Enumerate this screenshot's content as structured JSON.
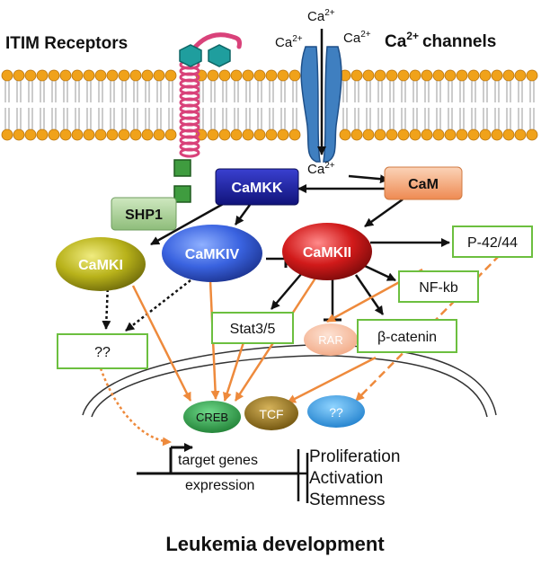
{
  "labels": {
    "itim_receptors": "ITIM Receptors",
    "ca_channels": "channels",
    "ca_channels_prefix": "Ca",
    "ca_channels_sup": "2+",
    "ca_ion": "Ca",
    "ca_ion_sup": "2+",
    "camkk": "CaMKK",
    "cam": "CaM",
    "shp1": "SHP1",
    "camki": "CaMKI",
    "camkiv": "CaMKIV",
    "camkii": "CaMKII",
    "p4244": "P-42/44",
    "nfkb": "NF-kb",
    "stat35": "Stat3/5",
    "rar": "RAR",
    "bcatenin": "β-catenin",
    "unknown_box": "??",
    "creb": "CREB",
    "tcf": "TCF",
    "unknown_tf": "??",
    "target_genes": "target genes",
    "expression": "expression",
    "proliferation": "Proliferation",
    "activation": "Activation",
    "stemness": "Stemness",
    "footer": "Leukemia development"
  },
  "colors": {
    "lipid_head": "#f0a21a",
    "receptor": "#d9427a",
    "receptor_head": "#1f9e9e",
    "channel": "#3f7fc0",
    "camkk": "#1f24a8",
    "cam": "#f0a070",
    "shp1": "#9bc98a",
    "camki": "#b8b21a",
    "camkiv": "#3a63e0",
    "camkii": "#cc1a1a",
    "box_border": "#6cbf3f",
    "rar": "#f7c2a6",
    "creb": "#2fa84a",
    "tcf": "#9c7a1a",
    "unknown_tf": "#2f9fe0",
    "orange_arrow": "#ee8a3c"
  }
}
